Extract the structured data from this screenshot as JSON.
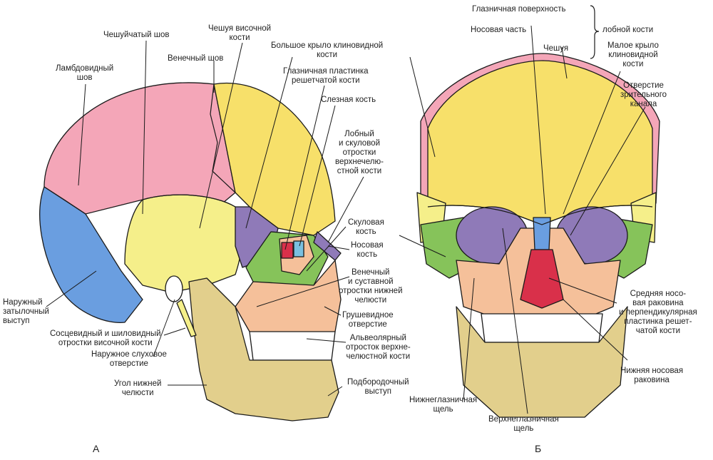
{
  "panel_a": {
    "caption": "А",
    "labels": {
      "lambdoid_suture": "Ламбдовидный\nшов",
      "squamous_suture": "Чешуйчатый шов",
      "temporal_squama": "Чешуя височной\nкости",
      "coronal_suture": "Венечный шов",
      "greater_wing": "Большое крыло клиновидной\nкости",
      "ethmoid_orbital_plate": "Глазничная пластинка\nрешетчатой кости",
      "lacrimal_bone": "Слезная кость",
      "frontal_zygomatic_processes": "Лобный\nи скуловой\nотростки\nверхнечелю-\nстной кости",
      "zygomatic_bone": "Скуловая\nкость",
      "nasal_bone": "Носовая\nкость",
      "mandible_processes": "Венечный\nи суставной\nотростки нижней\nчелюсти",
      "piriform_aperture": "Грушевидное\nотверстие",
      "alveolar_process": "Альвеолярный\nотросток верхне-\nчелюстной кости",
      "mental_protuberance": "Подбородочный\nвыступ",
      "external_occipital": "Наружный\nзатылочный\nвыступ",
      "mastoid_styloid": "Сосцевидный и шиловидный\nотростки височной кости",
      "external_acoustic": "Наружное слуховое\nотверстие",
      "mandible_angle": "Угол нижней\nчелюсти"
    }
  },
  "panel_b": {
    "caption": "Б",
    "labels": {
      "orbital_surface": "Глазничная поверхность",
      "nasal_part": "Носовая часть",
      "frontal_bone_group": "лобной кости",
      "squama": "Чешуя",
      "lesser_wing": "Малое крыло\nклиновидной\nкости",
      "optic_canal": "Отверстие\nзрительного\nканала",
      "middle_concha": "Средняя носо-\nвая раковина\nи перпендикулярная\nпластинка решет-\nчатой кости",
      "inferior_concha": "Нижняя носовая\nраковина",
      "inferior_orbital_fissure": "Нижнеглазничная\nщель",
      "superior_orbital_fissure": "Верхнеглазничная\nщель"
    }
  },
  "colors": {
    "parietal": "#f4a6b8",
    "frontal": "#f7e06a",
    "temporal": "#f5ef8a",
    "occipital": "#6a9ee0",
    "sphenoid": "#8f7ab8",
    "zygomatic": "#86c35a",
    "maxilla": "#f5c09a",
    "mandible": "#e2cf8c",
    "line": "#1a1a1a"
  }
}
